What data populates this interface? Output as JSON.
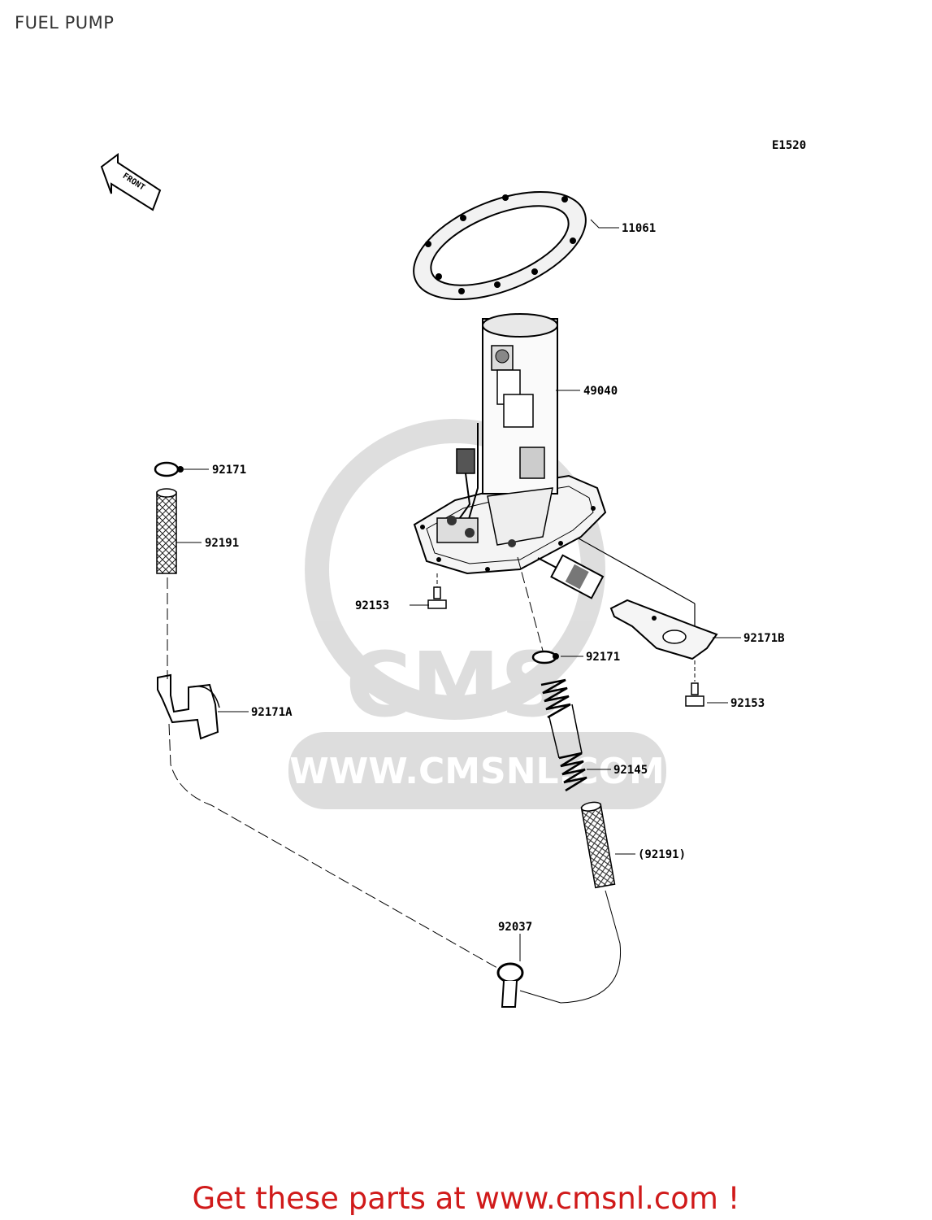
{
  "page": {
    "title": "FUEL PUMP",
    "diagram_code": "E1520",
    "front_label": "FRONT"
  },
  "watermark": {
    "brand": "CMS",
    "url": "WWW.CMSNL.COM"
  },
  "callouts": {
    "gasket": "11061",
    "pump": "49040",
    "clamp_top": "92171",
    "hose_top": "92191",
    "bolt_left": "92153",
    "bracket": "92171B",
    "clamp_mid": "92171",
    "clamp_a": "92171A",
    "bolt_right": "92153",
    "spring": "92145",
    "hose_bottom": "(92191)",
    "fitting": "92037"
  },
  "footer": {
    "text": "Get these parts at www.cmsnl.com !"
  }
}
